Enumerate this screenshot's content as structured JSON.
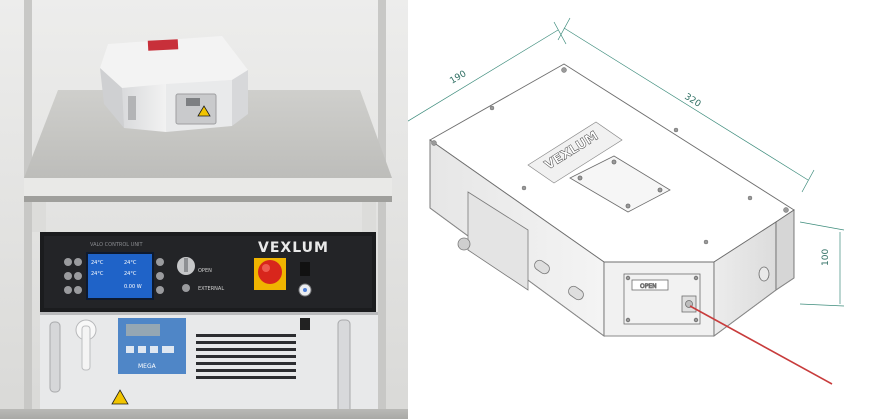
{
  "photo": {
    "brand": "VEXLUM",
    "controller_title": "VALO CONTROL UNIT",
    "screen": {
      "values": [
        "24°C",
        "24°C",
        "24°C",
        "24°C",
        "0.00 W"
      ]
    },
    "key_labels": [
      "OPEN",
      "EXTERNAL"
    ],
    "chiller_label": "MEGA",
    "colors": {
      "screen_bg": "#1f63c8",
      "estop_red": "#d8261c",
      "estop_yellow": "#f0b400",
      "rack_black": "#1b1c1e"
    }
  },
  "drawing": {
    "dimensions": {
      "width": "190",
      "length": "320",
      "height": "100"
    },
    "engraved_brand": "VEXLUM",
    "port_label": "OPEN",
    "beam_color": "#c83c3c"
  }
}
